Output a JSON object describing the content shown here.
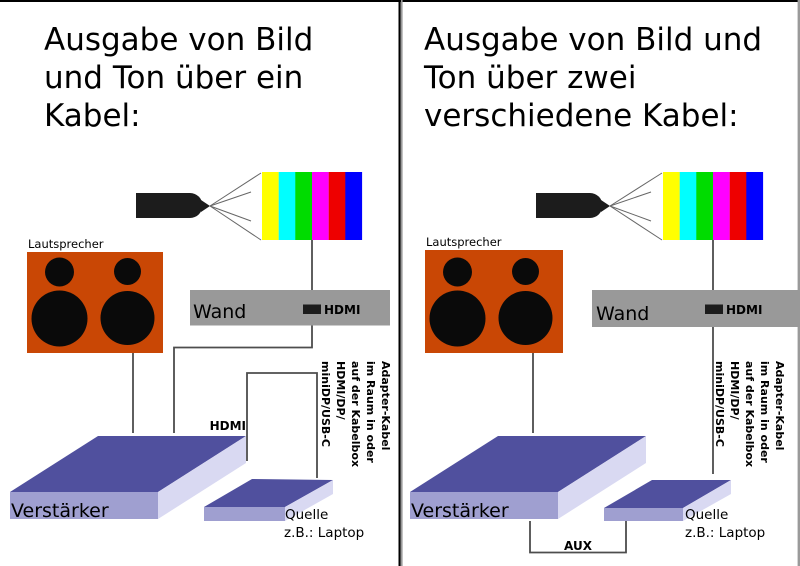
{
  "colors": {
    "background": "#ffffff",
    "frame": "#000000",
    "frame_shadow": "#9a9a9a",
    "line": "#4d4d4d",
    "ray": "#666666",
    "projector": "#1c1c1c",
    "speaker_box": "#c94705",
    "speaker_cone": "#0a0a0a",
    "wall": "#999999",
    "hdmi_port": "#1c1c1c",
    "box_top": "#50509e",
    "box_front": "#9f9fd0",
    "box_side": "#d9d9f2",
    "bars": [
      "#ffff00",
      "#00ffff",
      "#00dc00",
      "#ff00ff",
      "#ee0000",
      "#0000ff"
    ]
  },
  "left_panel": {
    "title": "Ausgabe von Bild\nund Ton über ein\nKabel:",
    "speaker_label": "Lautsprecher",
    "wall_label": "Wand",
    "wall_port_label": "HDMI",
    "amp_label": "Verstärker",
    "video_cable_label": "HDMI",
    "adapter_note": "Adapter-Kabel\nim Raum in oder\nauf der Kabelbox\nHDMI/DP/\nminiDP/USB-C",
    "source_label": "Quelle",
    "source_example": "z.B.: Laptop"
  },
  "right_panel": {
    "title": "Ausgabe von Bild und\nTon über zwei\nverschiedene Kabel:",
    "speaker_label": "Lautsprecher",
    "wall_label": "Wand",
    "wall_port_label": "HDMI",
    "amp_label": "Verstärker",
    "audio_cable_label": "AUX",
    "adapter_note": "Adapter-Kabel\nim Raum in oder\nauf der Kabelbox\nHDMI/DP/\nminiDP/USB-C",
    "source_label": "Quelle",
    "source_example": "z.B.: Laptop"
  }
}
